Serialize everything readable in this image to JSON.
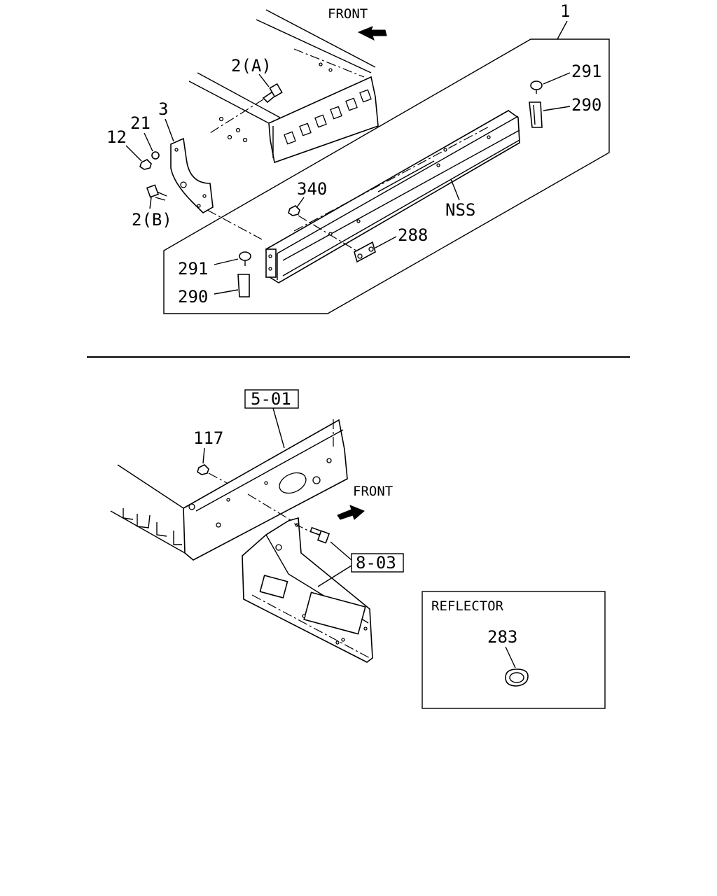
{
  "top_section": {
    "front_label": "FRONT",
    "callouts": {
      "c1": "1",
      "c2a": "2(A)",
      "c3": "3",
      "c21": "21",
      "c12": "12",
      "c2b": "2(B)",
      "c340": "340",
      "c291_right": "291",
      "c290_right": "290",
      "c_nss": "NSS",
      "c288": "288",
      "c291_left": "291",
      "c290_left": "290"
    }
  },
  "bottom_section": {
    "front_label": "FRONT",
    "ref_501": "5-01",
    "ref_803": "8-03",
    "callout_117": "117",
    "reflector_box": {
      "title": "REFLECTOR",
      "callout_283": "283"
    }
  }
}
